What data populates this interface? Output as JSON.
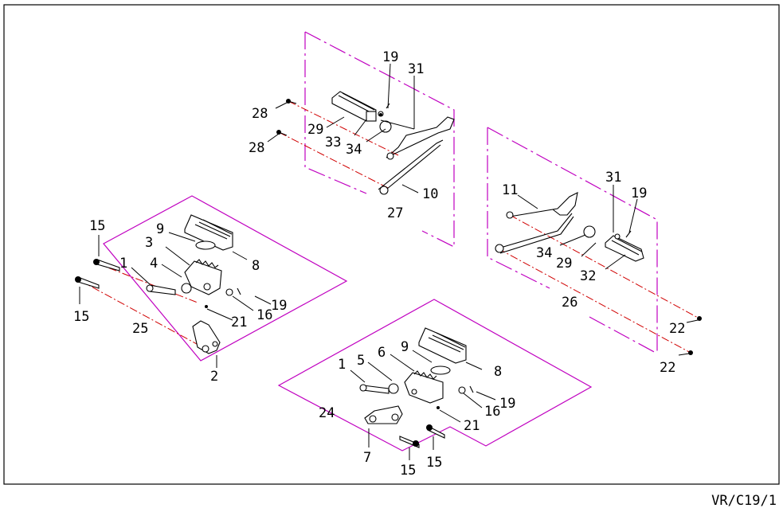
{
  "callouts": [
    {
      "id": "c28a",
      "label": "28"
    },
    {
      "id": "c28b",
      "label": "28"
    },
    {
      "id": "c19a",
      "label": "19"
    },
    {
      "id": "c31a",
      "label": "31"
    },
    {
      "id": "c29a",
      "label": "29"
    },
    {
      "id": "c33",
      "label": "33"
    },
    {
      "id": "c34a",
      "label": "34"
    },
    {
      "id": "c10",
      "label": "10"
    },
    {
      "id": "c27",
      "label": "27"
    },
    {
      "id": "c11",
      "label": "11"
    },
    {
      "id": "c31b",
      "label": "31"
    },
    {
      "id": "c19b",
      "label": "19"
    },
    {
      "id": "c34b",
      "label": "34"
    },
    {
      "id": "c29b",
      "label": "29"
    },
    {
      "id": "c32",
      "label": "32"
    },
    {
      "id": "c26",
      "label": "26"
    },
    {
      "id": "c22a",
      "label": "22"
    },
    {
      "id": "c22b",
      "label": "22"
    },
    {
      "id": "c15a",
      "label": "15"
    },
    {
      "id": "c9a",
      "label": "9"
    },
    {
      "id": "c3",
      "label": "3"
    },
    {
      "id": "c8a",
      "label": "8"
    },
    {
      "id": "c1a",
      "label": "1"
    },
    {
      "id": "c4",
      "label": "4"
    },
    {
      "id": "c19c",
      "label": "19"
    },
    {
      "id": "c16a",
      "label": "16"
    },
    {
      "id": "c21a",
      "label": "21"
    },
    {
      "id": "c15b",
      "label": "15"
    },
    {
      "id": "c25",
      "label": "25"
    },
    {
      "id": "c2",
      "label": "2"
    },
    {
      "id": "c9b",
      "label": "9"
    },
    {
      "id": "c6",
      "label": "6"
    },
    {
      "id": "c5",
      "label": "5"
    },
    {
      "id": "c1b",
      "label": "1"
    },
    {
      "id": "c8b",
      "label": "8"
    },
    {
      "id": "c19d",
      "label": "19"
    },
    {
      "id": "c16b",
      "label": "16"
    },
    {
      "id": "c24",
      "label": "24"
    },
    {
      "id": "c21b",
      "label": "21"
    },
    {
      "id": "c7",
      "label": "7"
    },
    {
      "id": "c15c",
      "label": "15"
    },
    {
      "id": "c15d",
      "label": "15"
    }
  ],
  "drawing_code": "VR/C19/1",
  "colors": {
    "group_outline": "#c000c0",
    "center_line": "#d00000",
    "line": "#000000"
  }
}
